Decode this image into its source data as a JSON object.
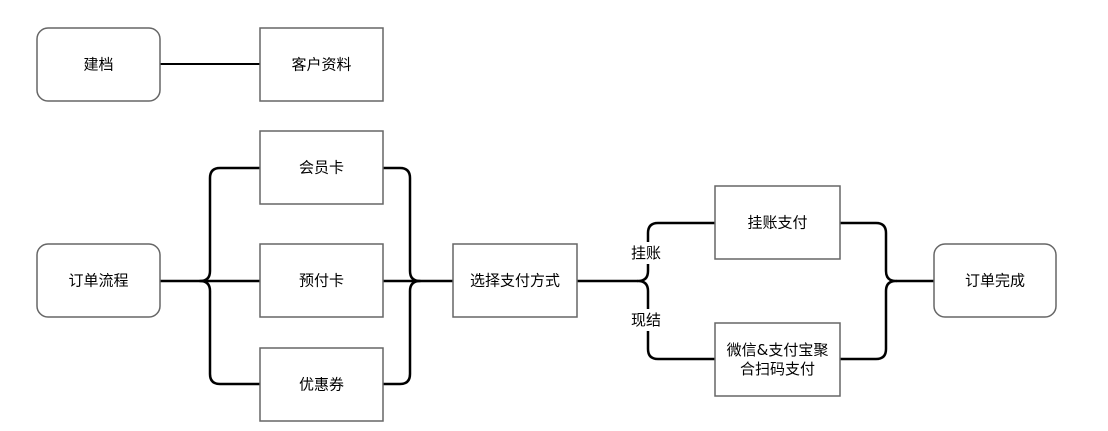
{
  "nodes": {
    "jiandang": "建档",
    "kehu_ziliao": "客户资料",
    "dingdan_liucheng": "订单流程",
    "huiyuan_ka": "会员卡",
    "yufu_ka": "预付卡",
    "youhui_quan": "优惠券",
    "xuanze_zhifu": "选择支付方式",
    "guazhang_zhifu": "挂账支付",
    "weixin_zhifubao_line1": "微信&支付宝聚",
    "weixin_zhifubao_line2": "合扫码支付",
    "dingdan_wancheng": "订单完成"
  },
  "edge_labels": {
    "guazhang": "挂账",
    "xianjie": "现结"
  },
  "colors": {
    "node_border": "#666666",
    "edge": "#000000",
    "background": "#ffffff"
  }
}
